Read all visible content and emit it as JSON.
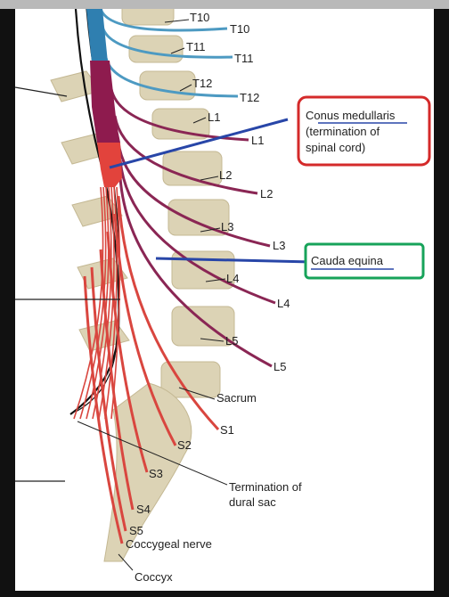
{
  "colors": {
    "frame": "#111111",
    "bone": "#dcd3b5",
    "bone_shade": "#c4b893",
    "cord_blue": "#2f7fb0",
    "cord_dark": "#8e1b4e",
    "cord_red": "#e2433c",
    "nerve_blue": "#4d9ac2",
    "nerve_purple": "#8a2654",
    "nerve_red": "#d9463f",
    "conus_box": "#d42a2a",
    "cauda_box": "#17a35a",
    "pointer": "#2846a8"
  },
  "labels": {
    "t10_top": "T10",
    "t10": "T10",
    "t11_top": "T11",
    "t11": "T11",
    "t12_top": "T12",
    "t12": "T12",
    "l1_top": "L1",
    "l1": "L1",
    "l2_top": "L2",
    "l2": "L2",
    "l3_top": "L3",
    "l3": "L3",
    "l4_top": "L4",
    "l4": "L4",
    "l5_top": "L5",
    "l5": "L5",
    "sacrum": "Sacrum",
    "s1": "S1",
    "s2": "S2",
    "s3": "S3",
    "s4": "S4",
    "s5": "S5",
    "termination_line1": "Termination of",
    "termination_line2": "dural sac",
    "coccygeal_nerve": "Coccygeal nerve",
    "coccyx": "Coccyx"
  },
  "callouts": {
    "conus_line1": "Conus medullaris",
    "conus_line2": "(termination of",
    "conus_line3": "spinal cord)",
    "cauda": "Cauda equina"
  }
}
